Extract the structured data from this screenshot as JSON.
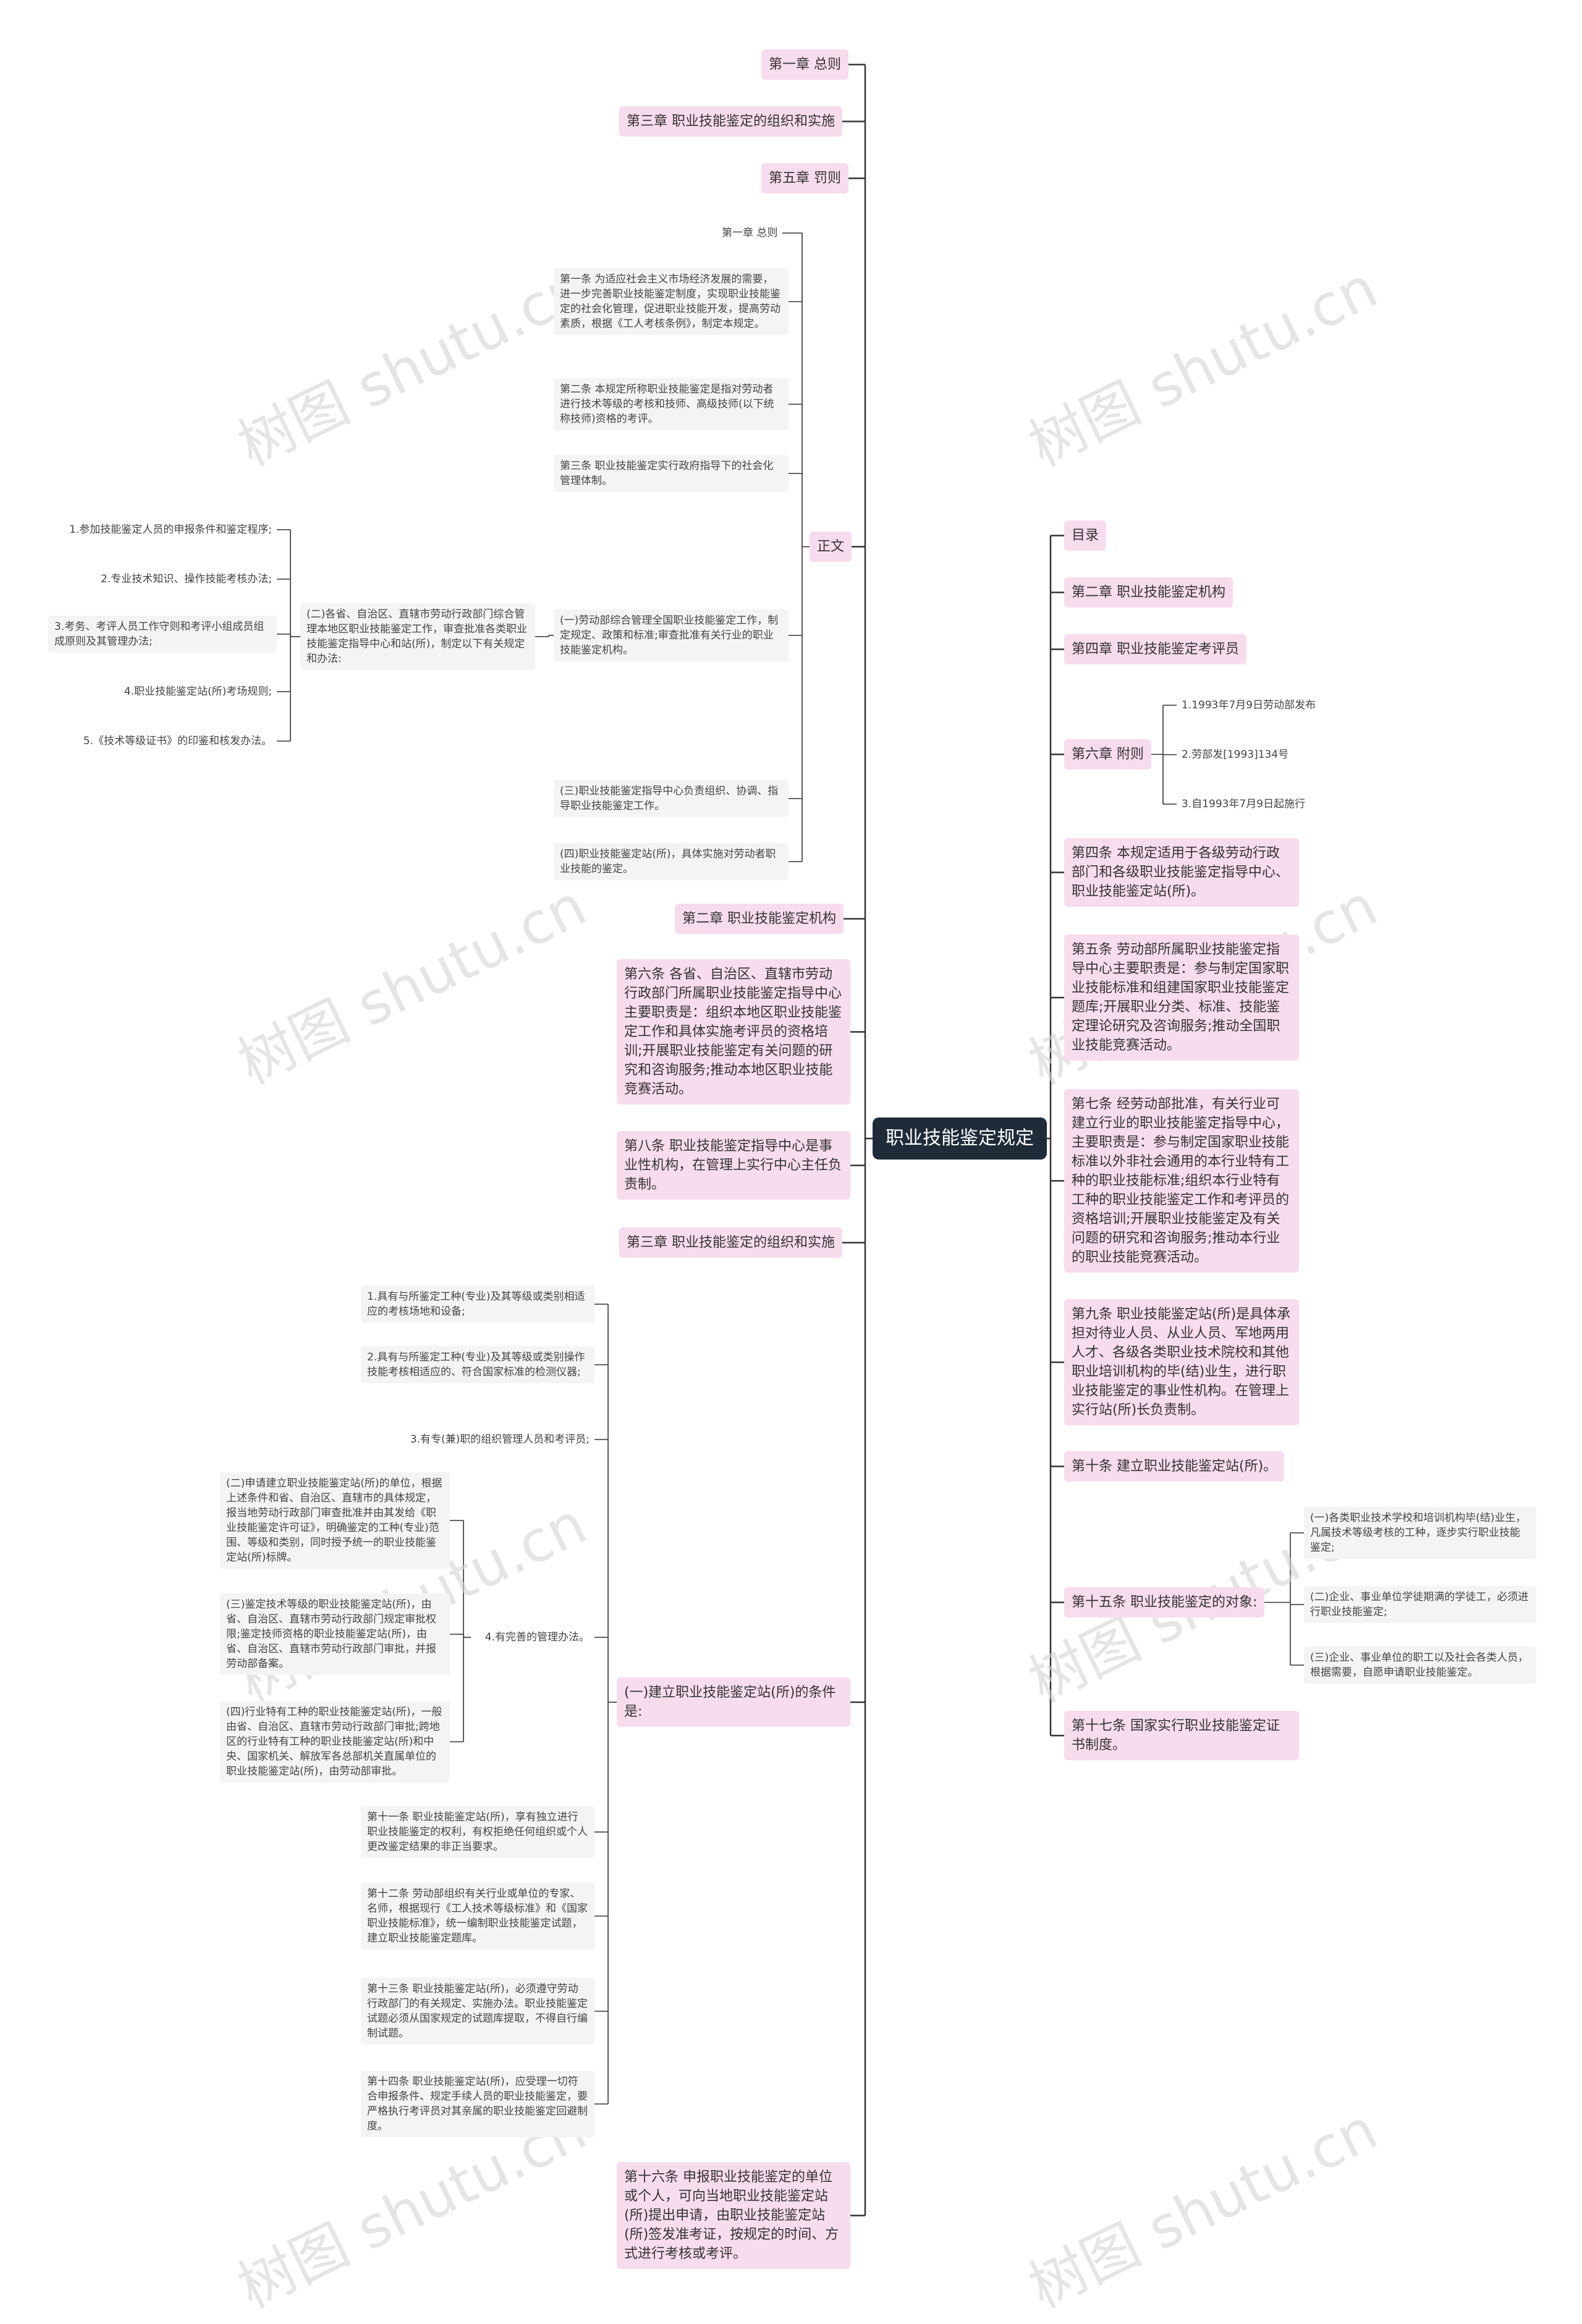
{
  "watermark": "树图 shutu.cn",
  "colors": {
    "root_bg": "#1f2b38",
    "node_bg": "#f7dcee",
    "line": "#333333"
  },
  "root": "职业技能鉴定规定",
  "left": {
    "ch1": "第一章 总则",
    "ch3": "第三章 职业技能鉴定的组织和实施",
    "ch5": "第五章 罚则",
    "zhengwen": "正文",
    "zw_ch1": "第一章 总则",
    "art1": "第一条 为适应社会主义市场经济发展的需要，进一步完善职业技能鉴定制度，实现职业技能鉴定的社会化管理，促进职业技能开发，提高劳动素质，根据《工人考核条例》，制定本规定。",
    "art2": "第二条 本规定所称职业技能鉴定是指对劳动者进行技术等级的考核和技师、高级技师(以下统称技师)资格的考评。",
    "art3": "第三条 职业技能鉴定实行政府指导下的社会化管理体制。",
    "p1": "(一)劳动部综合管理全国职业技能鉴定工作，制定规定、政策和标准;审查批准有关行业的职业技能鉴定机构。",
    "p2": "(二)各省、自治区、直辖市劳动行政部门综合管理本地区职业技能鉴定工作，审查批准各类职业技能鉴定指导中心和站(所)，制定以下有关规定和办法:",
    "p2_items": [
      "1.参加技能鉴定人员的申报条件和鉴定程序;",
      "2.专业技术知识、操作技能考核办法;",
      "3.考务、考评人员工作守则和考评小组成员组成原则及其管理办法;",
      "4.职业技能鉴定站(所)考场规则;",
      "5.《技术等级证书》的印鉴和核发办法。"
    ],
    "p3": "(三)职业技能鉴定指导中心负责组织、协调、指导职业技能鉴定工作。",
    "p4": "(四)职业技能鉴定站(所)，具体实施对劳动者职业技能的鉴定。",
    "ch2b": "第二章 职业技能鉴定机构",
    "art6": "第六条 各省、自治区、直辖市劳动行政部门所属职业技能鉴定指导中心主要职责是：组织本地区职业技能鉴定工作和具体实施考评员的资格培训;开展职业技能鉴定有关问题的研究和咨询服务;推动本地区职业技能竞赛活动。",
    "art8": "第八条 职业技能鉴定指导中心是事业性机构，在管理上实行中心主任负责制。",
    "ch3b": "第三章 职业技能鉴定的组织和实施",
    "c1": "(一)建立职业技能鉴定站(所)的条件是:",
    "cond1": "1.具有与所鉴定工种(专业)及其等级或类别相适应的考核场地和设备;",
    "cond2": "2.具有与所鉴定工种(专业)及其等级或类别操作技能考核相适应的、符合国家标准的检测仪器;",
    "cond3": "3.有专(兼)职的组织管理人员和考评员;",
    "cond4": "4.有完善的管理办法。",
    "c4a": "(二)申请建立职业技能鉴定站(所)的单位，根据上述条件和省、自治区、直辖市的具体规定，报当地劳动行政部门审查批准并由其发给《职业技能鉴定许可证》，明确鉴定的工种(专业)范围、等级和类别，同时授予统一的职业技能鉴定站(所)标牌。",
    "c4b": "(三)鉴定技术等级的职业技能鉴定站(所)，由省、自治区、直辖市劳动行政部门规定审批权限;鉴定技师资格的职业技能鉴定站(所)，由省、自治区、直辖市劳动行政部门审批，并报劳动部备案。",
    "c4c": "(四)行业特有工种的职业技能鉴定站(所)，一般由省、自治区、直辖市劳动行政部门审批;跨地区的行业特有工种的职业技能鉴定站(所)和中央、国家机关、解放军各总部机关直属单位的职业技能鉴定站(所)，由劳动部审批。",
    "art11": "第十一条 职业技能鉴定站(所)，享有独立进行职业技能鉴定的权利，有权拒绝任何组织或个人更改鉴定结果的非正当要求。",
    "art12": "第十二条 劳动部组织有关行业或单位的专家、名师，根据现行《工人技术等级标准》和《国家职业技能标准》，统一编制职业技能鉴定试题，建立职业技能鉴定题库。",
    "art13": "第十三条 职业技能鉴定站(所)，必须遵守劳动行政部门的有关规定、实施办法。职业技能鉴定试题必须从国家规定的试题库提取，不得自行编制试题。",
    "art14": "第十四条 职业技能鉴定站(所)，应受理一切符合申报条件、规定手续人员的职业技能鉴定，要严格执行考评员对其亲属的职业技能鉴定回避制度。",
    "art16": "第十六条 申报职业技能鉴定的单位或个人，可向当地职业技能鉴定站(所)提出申请，由职业技能鉴定站(所)签发准考证，按规定的时间、方式进行考核或考评。"
  },
  "right": {
    "toc": "目录",
    "ch2": "第二章 职业技能鉴定机构",
    "ch4": "第四章 职业技能鉴定考评员",
    "ch6": "第六章 附则",
    "ch6_items": [
      "1.1993年7月9日劳动部发布",
      "2.劳部发[1993]134号",
      "3.自1993年7月9日起施行"
    ],
    "art4": "第四条 本规定适用于各级劳动行政部门和各级职业技能鉴定指导中心、职业技能鉴定站(所)。",
    "art5": "第五条 劳动部所属职业技能鉴定指导中心主要职责是：参与制定国家职业技能标准和组建国家职业技能鉴定题库;开展职业分类、标准、技能鉴定理论研究及咨询服务;推动全国职业技能竞赛活动。",
    "art7": "第七条 经劳动部批准，有关行业可建立行业的职业技能鉴定指导中心，主要职责是：参与制定国家职业技能标准以外非社会通用的本行业特有工种的职业技能标准;组织本行业特有工种的职业技能鉴定工作和考评员的资格培训;开展职业技能鉴定及有关问题的研究和咨询服务;推动本行业的职业技能竞赛活动。",
    "art9": "第九条 职业技能鉴定站(所)是具体承担对待业人员、从业人员、军地两用人才、各级各类职业技术院校和其他职业培训机构的毕(结)业生，进行职业技能鉴定的事业性机构。在管理上实行站(所)长负责制。",
    "art10": "第十条 建立职业技能鉴定站(所)。",
    "art15": "第十五条 职业技能鉴定的对象:",
    "art15_items": [
      "(一)各类职业技术学校和培训机构毕(结)业生，凡属技术等级考核的工种，逐步实行职业技能鉴定;",
      "(二)企业、事业单位学徒期满的学徒工，必须进行职业技能鉴定;",
      "(三)企业、事业单位的职工以及社会各类人员，根据需要，自愿申请职业技能鉴定。"
    ],
    "art17": "第十七条 国家实行职业技能鉴定证书制度。"
  }
}
